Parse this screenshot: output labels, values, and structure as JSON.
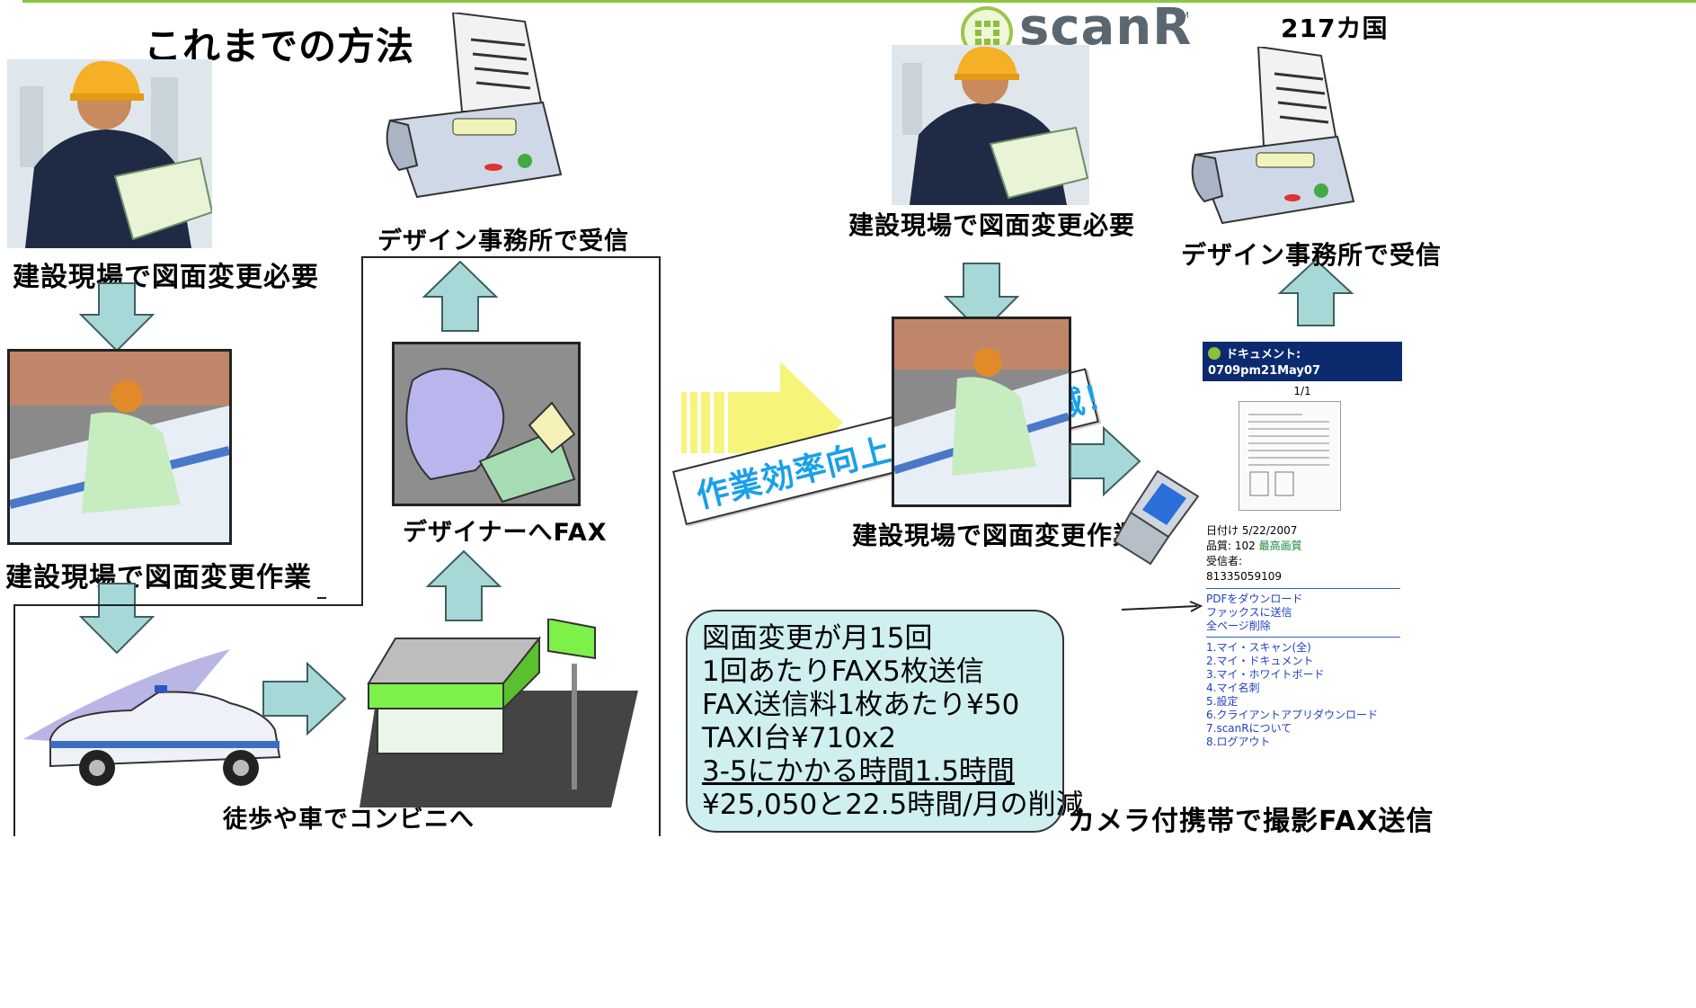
{
  "top_title": "これまでの方法",
  "country_count": "217カ国",
  "logo_text": "scanR",
  "logo_mark": "SM",
  "old_method": {
    "site_need": "建設現場で図面変更必要",
    "site_work": "建設現場で図面変更作業",
    "walk_to_store": "徒歩や車でコンビニへ",
    "fax_to_designer": "デザイナーへFAX",
    "office_receive": "デザイン事務所で受信"
  },
  "new_method": {
    "site_need": "建設現場で図面変更必要",
    "site_work": "建設現場で図面変更作業",
    "office_receive": "デザイン事務所で受信",
    "camera_phone": "カメラ付携帯で撮影FAX送信"
  },
  "banner": "作業効率向上とコスト削減！",
  "savings": {
    "lines": [
      "図面変更が月15回",
      "1回あたりFAX5枚送信",
      "FAX送信料1枚あたり¥50",
      "TAXI台¥710x2",
      "3-5にかかる時間1.5時間",
      "¥25,050と22.5時間/月の削減"
    ]
  },
  "phone_screen": {
    "header_title": "ドキュメント:",
    "doc_id": "0709pm21May07",
    "page": "1/1",
    "date_line": "日付け 5/22/2007",
    "quality_label": "品質: 102",
    "quality_value": "最高画質",
    "receiver_label": "受信者:",
    "receiver_number": "81335059109",
    "actions": [
      "PDFをダウンロード",
      "ファックスに送信",
      "全ページ削除"
    ],
    "menu": [
      "1.マイ・スキャン(全)",
      "2.マイ・ドキュメント",
      "3.マイ・ホワイトボード",
      "4.マイ名刺",
      "5.設定",
      "6.クライアントアプリダウンロード",
      "7.scanRについて",
      "8.ログアウト"
    ]
  },
  "colors": {
    "accent_green": "#6fbf3f",
    "arrow_fill": "#a7d8d8",
    "banner_text": "#1aa0e8",
    "callout_fill": "#cfeff1",
    "screen_header": "#0c2a6e",
    "link_blue": "#1f3fbf"
  }
}
